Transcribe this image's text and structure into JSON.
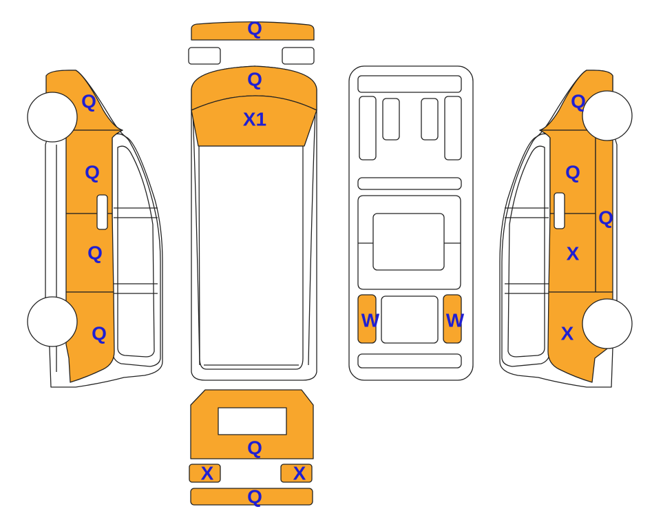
{
  "colors": {
    "damaged": "#f8a62c",
    "undamaged": "#ffffff",
    "outline": "#222222",
    "code": "#1f1fd2"
  },
  "codes": {
    "left_front_fender": "Q",
    "left_front_door": "Q",
    "left_rear_door": "Q",
    "left_rear_quarter": "Q",
    "front_bumper_top": "Q",
    "hood": "Q",
    "windshield": "X1",
    "underbody_left": "W",
    "underbody_right": "W",
    "right_front_fender": "Q",
    "right_front_door": "Q",
    "right_pillar": "Q",
    "right_rear_door": "X",
    "right_rear_quarter": "X",
    "rear_door": "Q",
    "rear_light_left": "X",
    "rear_light_right": "X",
    "rear_bumper": "Q"
  }
}
